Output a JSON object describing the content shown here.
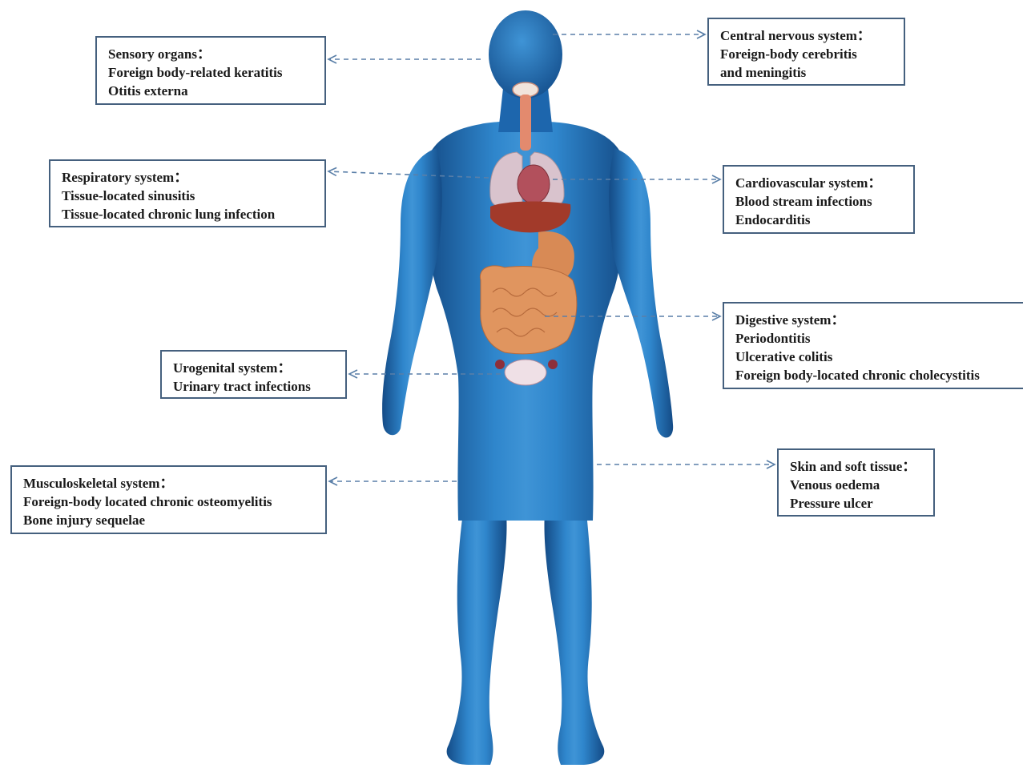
{
  "colors": {
    "body_dark": "#144b86",
    "body_mid": "#1e6fb8",
    "body_light": "#3f94d6",
    "box_border": "#45607e",
    "arrow": "#5a7fa8",
    "lung": "#d9c3cd",
    "heart": "#b2505c",
    "liver": "#a23a2a",
    "intestine": "#e0955f",
    "stomach": "#d88a55",
    "trachea": "#e38a6e"
  },
  "annotations": {
    "sensory": {
      "title": "Sensory organs：",
      "items": [
        "Foreign body-related keratitis",
        "Otitis externa"
      ]
    },
    "cns": {
      "title": "Central nervous system：",
      "items": [
        "Foreign-body cerebritis",
        "and meningitis"
      ]
    },
    "respiratory": {
      "title": "Respiratory system：",
      "items": [
        "Tissue-located sinusitis",
        "Tissue-located chronic lung infection"
      ]
    },
    "cardiovascular": {
      "title": "Cardiovascular system：",
      "items": [
        "Blood stream infections",
        "Endocarditis"
      ]
    },
    "digestive": {
      "title": "Digestive system：",
      "items": [
        "Periodontitis",
        "Ulcerative colitis",
        "Foreign body-located chronic cholecystitis"
      ]
    },
    "urogenital": {
      "title": "Urogenital system：",
      "items": [
        "Urinary tract infections"
      ]
    },
    "musculoskeletal": {
      "title": "Musculoskeletal system：",
      "items": [
        "Foreign-body located chronic osteomyelitis",
        "Bone injury sequelae"
      ]
    },
    "skin": {
      "title": "Skin and soft tissue：",
      "items": [
        "Venous oedema",
        "Pressure ulcer"
      ]
    }
  }
}
